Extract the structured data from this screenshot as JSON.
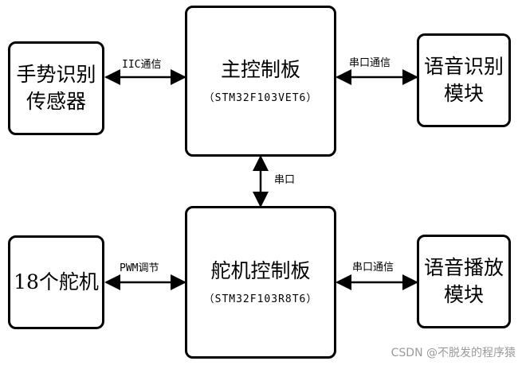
{
  "nodes": {
    "main_board": {
      "title": "主控制板",
      "chip": "（STM32F103VET6）"
    },
    "servo_board": {
      "title": "舵机控制板",
      "chip": "（STM32F103R8T6）"
    },
    "gesture_sensor": {
      "line1": "手势识别",
      "line2": "传感器"
    },
    "voice_recognition": {
      "line1": "语音识别",
      "line2": "模块"
    },
    "servos": {
      "label": "18个舵机"
    },
    "voice_playback": {
      "line1": "语音播放",
      "line2": "模块"
    }
  },
  "connections": {
    "gesture_to_main": "IIC通信",
    "main_to_voice_recognition": "串口通信",
    "main_to_servo_board": "串口",
    "servos_to_servo_board": "PWM调节",
    "servo_board_to_voice_playback": "串口通信"
  },
  "watermark": "CSDN @不脱发的程序猿",
  "colors": {
    "stroke": "#000000",
    "background": "#ffffff",
    "watermark": "#9a9a9a"
  }
}
